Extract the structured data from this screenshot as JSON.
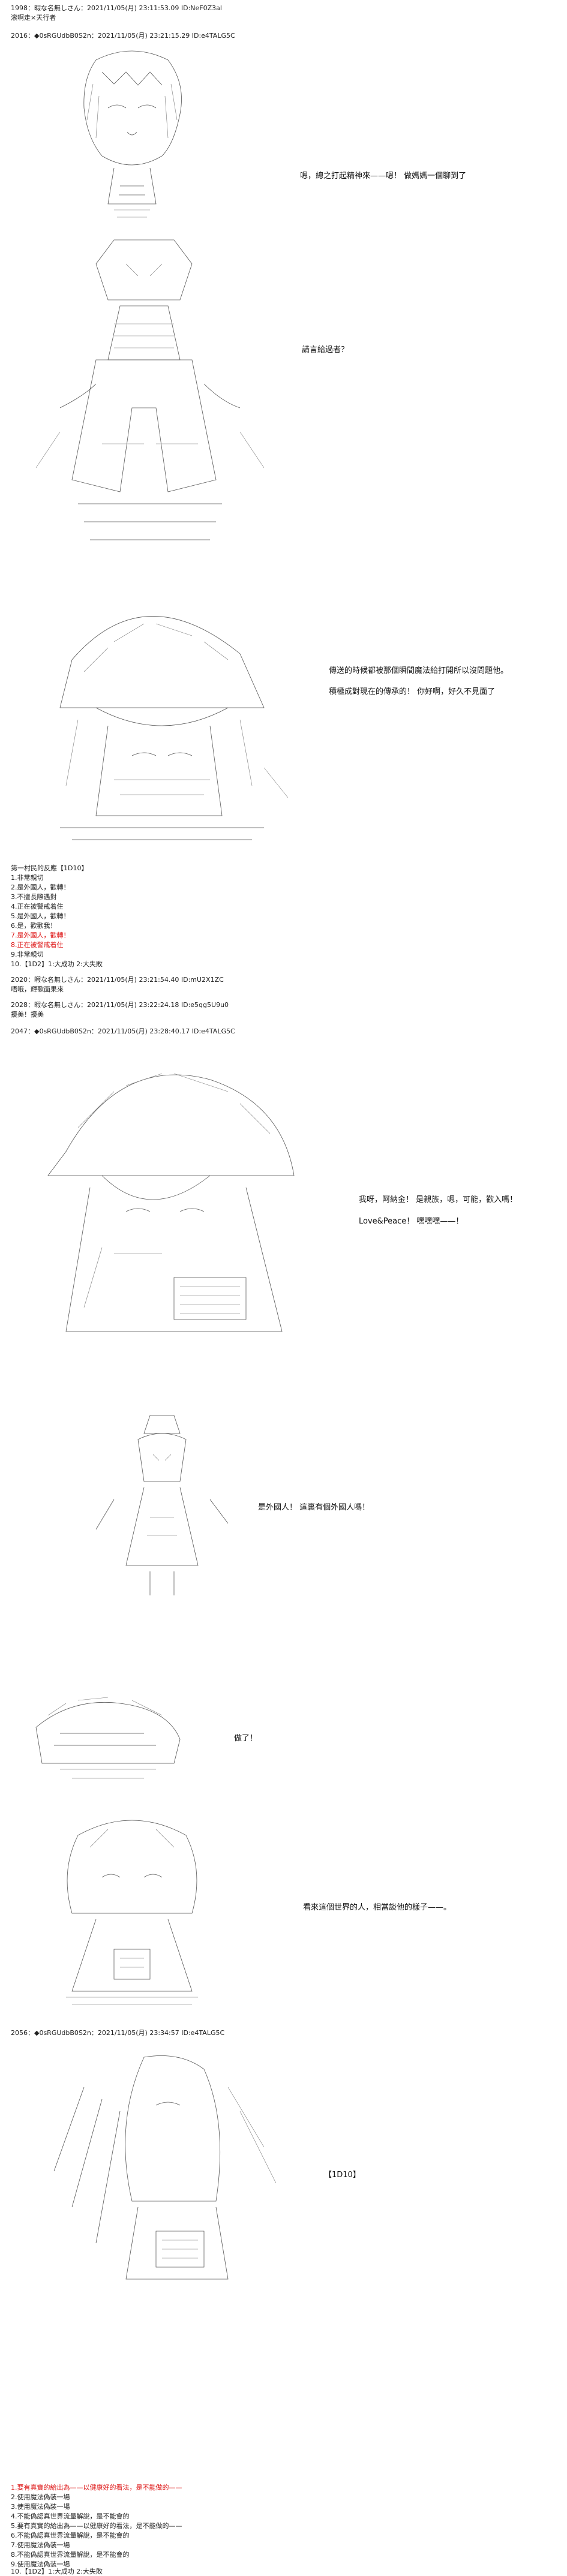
{
  "posts": {
    "p1998": {
      "header": "1998：暇な名無しさん：2021/11/05(月) 23:11:53.09 ID:NeF0Z3al",
      "body": "滚啊走×天行者"
    },
    "p2016": {
      "header": "2016：◆0sRGUdbB0S2n：2021/11/05(月) 23:21:15.29 ID:e4TALG5C"
    },
    "p2020": {
      "header": "2020：暇な名無しさん：2021/11/05(月) 23:21:54.40 ID:mU2X1ZC",
      "body": "唔哦，輝歌面果來"
    },
    "p2028": {
      "header": "2028：暇な名無しさん：2021/11/05(月) 23:22:24.18 ID:e5qg5U9u0",
      "body": "擾美！擾美"
    },
    "p2047": {
      "header": "2047：◆0sRGUdbB0S2n：2021/11/05(月) 23:28:40.17 ID:e4TALG5C"
    },
    "p2056": {
      "header": "2056：◆0sRGUdbB0S2n：2021/11/05(月) 23:34:57 ID:e4TALG5C"
    }
  },
  "dialogue": {
    "d1": "嗯，總之打起精神來——嗯！ 做媽媽一個聊到了",
    "d2": "請言給過者？",
    "d3": "傳送的時候都被那個瞬間魔法給打開所以沒問題他。",
    "d4": "積極成對現在的傳承的！ 你好啊，好久不見面了",
    "d5a": "我呀，阿納金！ 是親族，嗯，可能，歡入嗎！",
    "d5b": "Love&Peace！ 嘿嘿嘿——！",
    "d6": "是外國人！ 這裏有個外國人嗎！",
    "d7": "做了！",
    "d8": "看來這個世界的人，相當談他的樣子——。",
    "d9": "【1D10】"
  },
  "vote1": {
    "title": "第一村民的反應【1D10】",
    "items": [
      {
        "text": "1.非常親切",
        "red": false
      },
      {
        "text": "2.是外國人，歡轉！",
        "red": false
      },
      {
        "text": "3.不擅長際遇對",
        "red": false
      },
      {
        "text": "4.正在被警戒着住",
        "red": false
      },
      {
        "text": "5.是外國人，歡轉！",
        "red": false
      },
      {
        "text": "6.是，歡歡我！",
        "red": false
      },
      {
        "text": "7.是外國人，歡轉！",
        "red": true
      },
      {
        "text": "8.正在被警戒着住",
        "red": true
      },
      {
        "text": "9.非常親切",
        "red": false
      },
      {
        "text": "10.【1D2】1:大成功 2:大失敗",
        "red": false
      }
    ]
  },
  "vote2": {
    "items": [
      {
        "text": "1.要有真實的給出為——以健康好的看法，是不能做的——",
        "red": true
      },
      {
        "text": "2.使用魔法偽装一場",
        "red": false
      },
      {
        "text": "3.使用魔法偽装一場",
        "red": false
      },
      {
        "text": "4.不能偽認真世界流量解說，是不能會的",
        "red": false
      },
      {
        "text": "5.要有真實的給出為——以健康好的看法，是不能做的——",
        "red": false
      },
      {
        "text": "6.不能偽認真世界流量解說，是不能會的",
        "red": false
      },
      {
        "text": "7.使用魔法偽装一場",
        "red": false
      },
      {
        "text": "8.不能偽認真世界流量解說，是不能會的",
        "red": false
      },
      {
        "text": "9.使用魔法偽装一場",
        "red": false
      },
      {
        "text": "10.【1D2】1:大成功 2:大失敗",
        "red": false
      }
    ]
  }
}
